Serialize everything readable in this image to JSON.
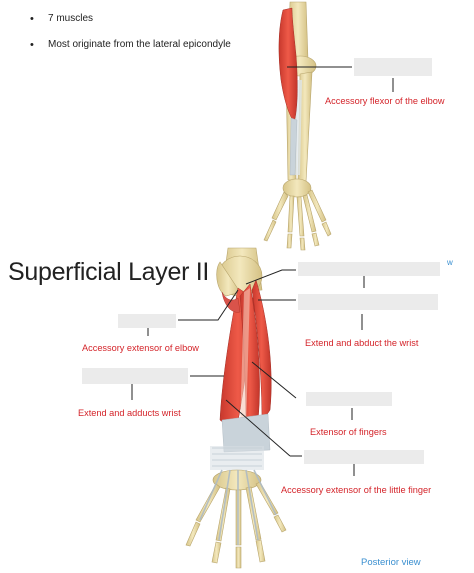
{
  "bullets": [
    "7 muscles",
    "Most originate from the lateral epicondyle"
  ],
  "title": "Superficial Layer II",
  "labels": {
    "accessory_flexor": "Accessory flexor of the elbow",
    "accessory_extensor_elbow": "Accessory extensor of elbow",
    "extend_abduct": "Extend and abduct the wrist",
    "extend_adducts": "Extend and adducts wrist",
    "extensor_fingers": "Extensor of fingers",
    "accessory_extensor_little": "Accessory extensor of the little finger"
  },
  "view_label": "Posterior view",
  "partial_text": "w",
  "colors": {
    "label_red": "#d4242a",
    "muscle_red": "#e2483a",
    "bone": "#eedfa8",
    "tendon": "#c9d3da",
    "link_blue": "#3a8fd0"
  }
}
